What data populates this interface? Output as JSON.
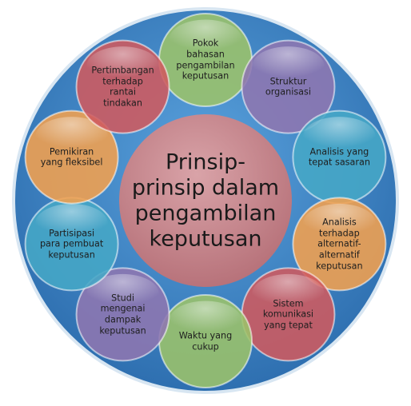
{
  "center": {
    "title": "Prinsip-\nprinsip dalam\npengambilan\nkeputusan"
  },
  "colors": {
    "outer_circle": "#3f86c8",
    "center_circle": "#c27f86"
  },
  "nodes": [
    {
      "id": "pokok-bahasan",
      "label": "Pokok\nbahasan\npengambilan\nkeputusan",
      "color": "#9cc36a"
    },
    {
      "id": "struktur-organisasi",
      "label": "Struktur\norganisasi",
      "color": "#8e76b1"
    },
    {
      "id": "analisis-tepat-sasaran",
      "label": "Analisis yang\ntepat sasaran",
      "color": "#46a7c6"
    },
    {
      "id": "analisis-alternatif",
      "label": "Analisis\nterhadap\nalternatif-\nalternatif\nkeputusan",
      "color": "#f2a04f"
    },
    {
      "id": "sistem-komunikasi",
      "label": "Sistem\nkomunikasi\nyang tepat",
      "color": "#cf5a5f"
    },
    {
      "id": "waktu-cukup",
      "label": "Waktu yang\ncukup",
      "color": "#9cc36a"
    },
    {
      "id": "studi-dampak",
      "label": "Studi\nmengenai\ndampak\nkeputusan",
      "color": "#8e76b1"
    },
    {
      "id": "partisipasi",
      "label": "Partisipasi\npara pembuat\nkeputusan",
      "color": "#46a7c6"
    },
    {
      "id": "pemikiran-fleksibel",
      "label": "Pemikiran\nyang fleksibel",
      "color": "#f2a04f"
    },
    {
      "id": "pertimbangan-rantai",
      "label": "Pertimbangan\nterhadap\nrantai\ntindakan",
      "color": "#cf5a5f"
    }
  ]
}
